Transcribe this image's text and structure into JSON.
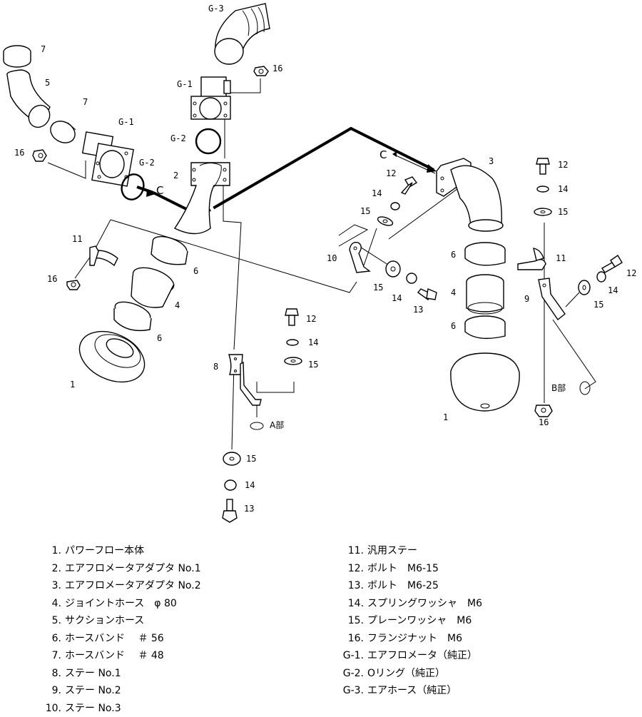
{
  "diagram": {
    "title": "Intake kit exploded parts diagram",
    "callouts": {
      "g3_top": "G-3",
      "g1_top": "G-1",
      "g2_top": "G-2",
      "n16_top": "16",
      "n7_a": "7",
      "n5": "5",
      "n7_b": "7",
      "g1_left": "G-1",
      "n16_left": "16",
      "g2_left": "G-2",
      "c_left": "C",
      "n2": "2",
      "c_right": "C",
      "n3": "3",
      "n12_mid": "12",
      "n14_mid": "14",
      "n15_mid": "15",
      "n10": "10",
      "n15_mid2": "15",
      "n14_mid2": "14",
      "n13_mid": "13",
      "n6_r1": "6",
      "n4_r": "4",
      "n6_r2": "6",
      "n1_r": "1",
      "n12_r": "12",
      "n14_r": "14",
      "n15_r": "15",
      "n11_r": "11",
      "n9": "9",
      "n12_r2": "12",
      "n14_r2": "14",
      "n15_r2": "15",
      "b_section": "B部",
      "n16_r": "16",
      "n11_l": "11",
      "n16_l2": "16",
      "n6_l1": "6",
      "n4_l": "4",
      "n6_l2": "6",
      "n1_l": "1",
      "n12_a": "12",
      "n14_a": "14",
      "n15_a": "15",
      "n8": "8",
      "a_section": "A部",
      "n15_b": "15",
      "n14_b": "14",
      "n13_b": "13"
    }
  },
  "parts_list": {
    "left": [
      {
        "num": "1.",
        "name": "パワーフロー本体"
      },
      {
        "num": "2.",
        "name": "エアフロメータアダプタ No.1"
      },
      {
        "num": "3.",
        "name": "エアフロメータアダプタ No.2"
      },
      {
        "num": "4.",
        "name": "ジョイントホース　φ 80"
      },
      {
        "num": "5.",
        "name": "サクションホース"
      },
      {
        "num": "6.",
        "name": "ホースバンド　 ＃ 56"
      },
      {
        "num": "7.",
        "name": "ホースバンド　 ＃ 48"
      },
      {
        "num": "8.",
        "name": "ステー No.1"
      },
      {
        "num": "9.",
        "name": "ステー No.2"
      },
      {
        "num": "10.",
        "name": "ステー No.3"
      }
    ],
    "right": [
      {
        "num": "11.",
        "name": "汎用ステー"
      },
      {
        "num": "12.",
        "name": "ボルト　M6-15"
      },
      {
        "num": "13.",
        "name": "ボルト　M6-25"
      },
      {
        "num": "14.",
        "name": "スプリングワッシャ　M6"
      },
      {
        "num": "15.",
        "name": "プレーンワッシャ　M6"
      },
      {
        "num": "16.",
        "name": "フランジナット　M6"
      },
      {
        "num": "G-1.",
        "name": "エアフロメータ（純正）"
      },
      {
        "num": "G-2.",
        "name": "Oリング（純正）"
      },
      {
        "num": "G-3.",
        "name": "エアホース（純正）"
      }
    ]
  }
}
